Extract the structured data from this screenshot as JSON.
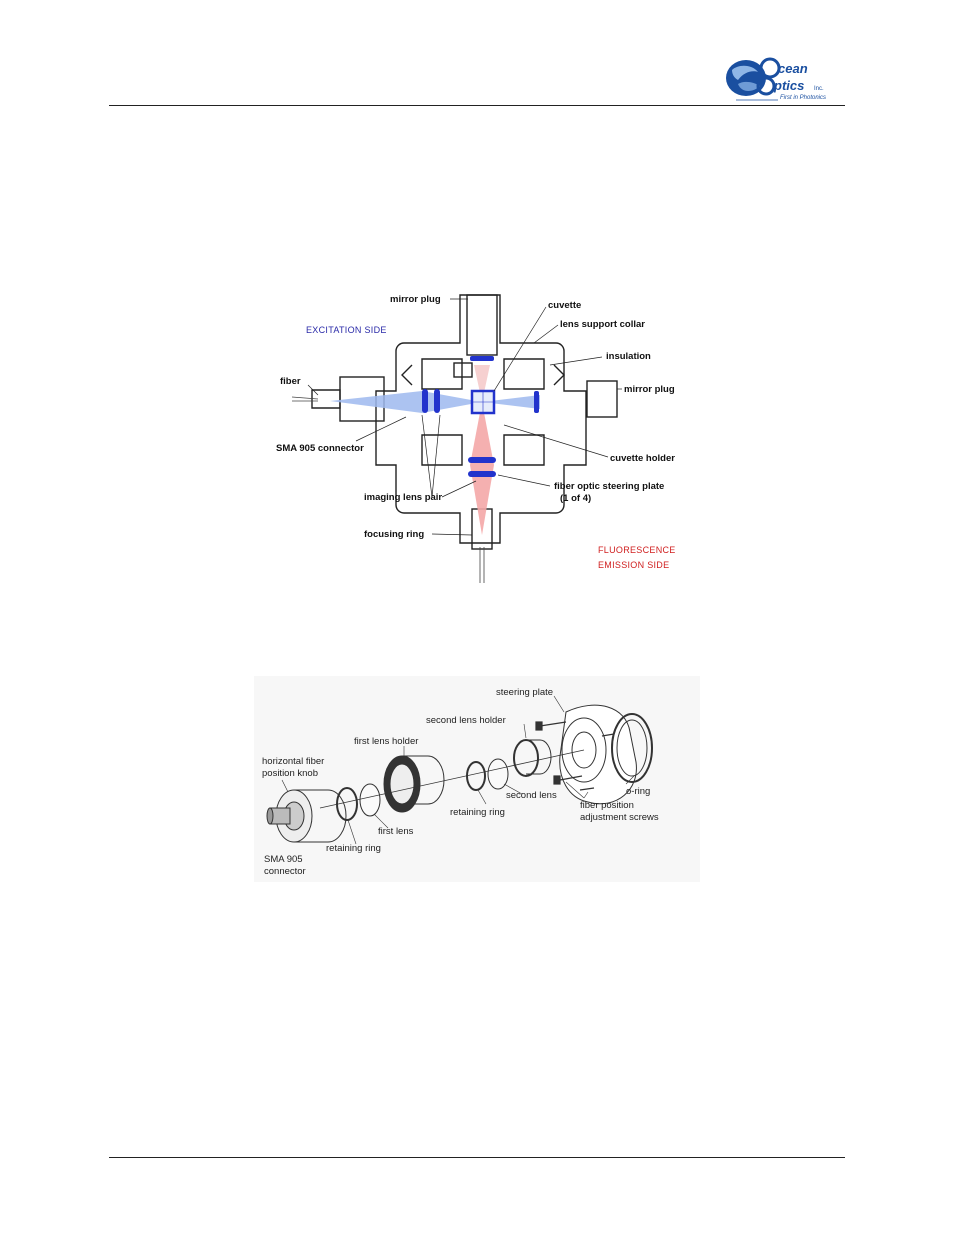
{
  "brand": {
    "line1": "cean",
    "line2": "ptics",
    "suffix": "Inc.",
    "tagline": "First in Photonics",
    "accent": "#1a4fa0"
  },
  "figure1": {
    "labels": {
      "mirror_plug_top": "mirror plug",
      "cuvette": "cuvette",
      "lens_support_collar": "lens support collar",
      "insulation": "insulation",
      "fiber": "fiber",
      "mirror_plug_right": "mirror plug",
      "sma_905_connector": "SMA 905 connector",
      "cuvette_holder": "cuvette holder",
      "imaging_lens_pair": "imaging lens pair",
      "steering_plate_line1": "fiber optic steering plate",
      "steering_plate_line2": "(1 of 4)",
      "focusing_ring": "focusing ring"
    },
    "excitation_side": "EXCITATION SIDE",
    "emission_line1": "FLUORESCENCE",
    "emission_line2": "EMISSION SIDE",
    "colors": {
      "excitation": "#2a2aa8",
      "emission": "#d02020",
      "lens": "#2233cc",
      "beam_blue": "#9db8ee",
      "beam_red": "#f4a7a7"
    }
  },
  "figure2": {
    "labels": {
      "steering_plate": "steering plate",
      "second_lens_holder": "second lens holder",
      "first_lens_holder": "first lens holder",
      "horizontal_knob_line1": "horizontal fiber",
      "horizontal_knob_line2": "position knob",
      "o_ring": "o-ring",
      "second_lens": "second lens",
      "fiber_position_line1": "fiber position",
      "fiber_position_line2": "adjustment screws",
      "retaining_ring_right": "retaining ring",
      "first_lens": "first lens",
      "retaining_ring_left": "retaining ring",
      "sma_line1": "SMA 905",
      "sma_line2": "connector"
    }
  }
}
